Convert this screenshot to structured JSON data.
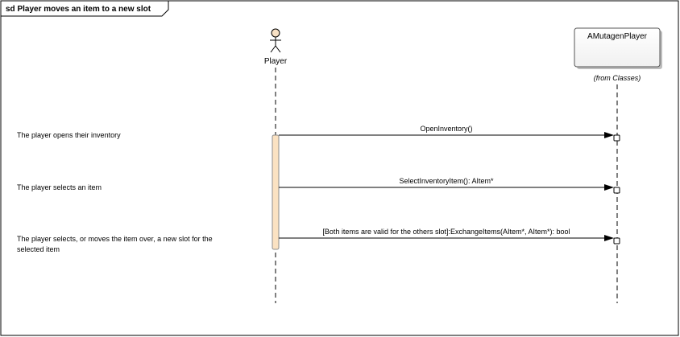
{
  "frame": {
    "title": "sd Player moves an item to a new slot"
  },
  "actor": {
    "name": "Player"
  },
  "object": {
    "name": "AMutagenPlayer",
    "stereotype": "(from Classes)"
  },
  "notes": [
    "The player opens their inventory",
    "The player selects an item",
    "The player selects, or moves the item over, a new slot for the",
    "selected item"
  ],
  "messages": [
    {
      "label": "OpenInventory()"
    },
    {
      "label": "SelectInventoryItem(): AItem*"
    },
    {
      "label": "[Both items are valid for the others slot]:ExchangeItems(AItem*, AItem*): bool"
    }
  ],
  "colors": {
    "frame": "#000000",
    "activation_fill": "#fbe2c2",
    "activation_stroke": "#a0a0a0",
    "object_fill": "#ffffff",
    "object_shadow": "#bdbdbd",
    "actor_head": "#f7e0c4"
  }
}
